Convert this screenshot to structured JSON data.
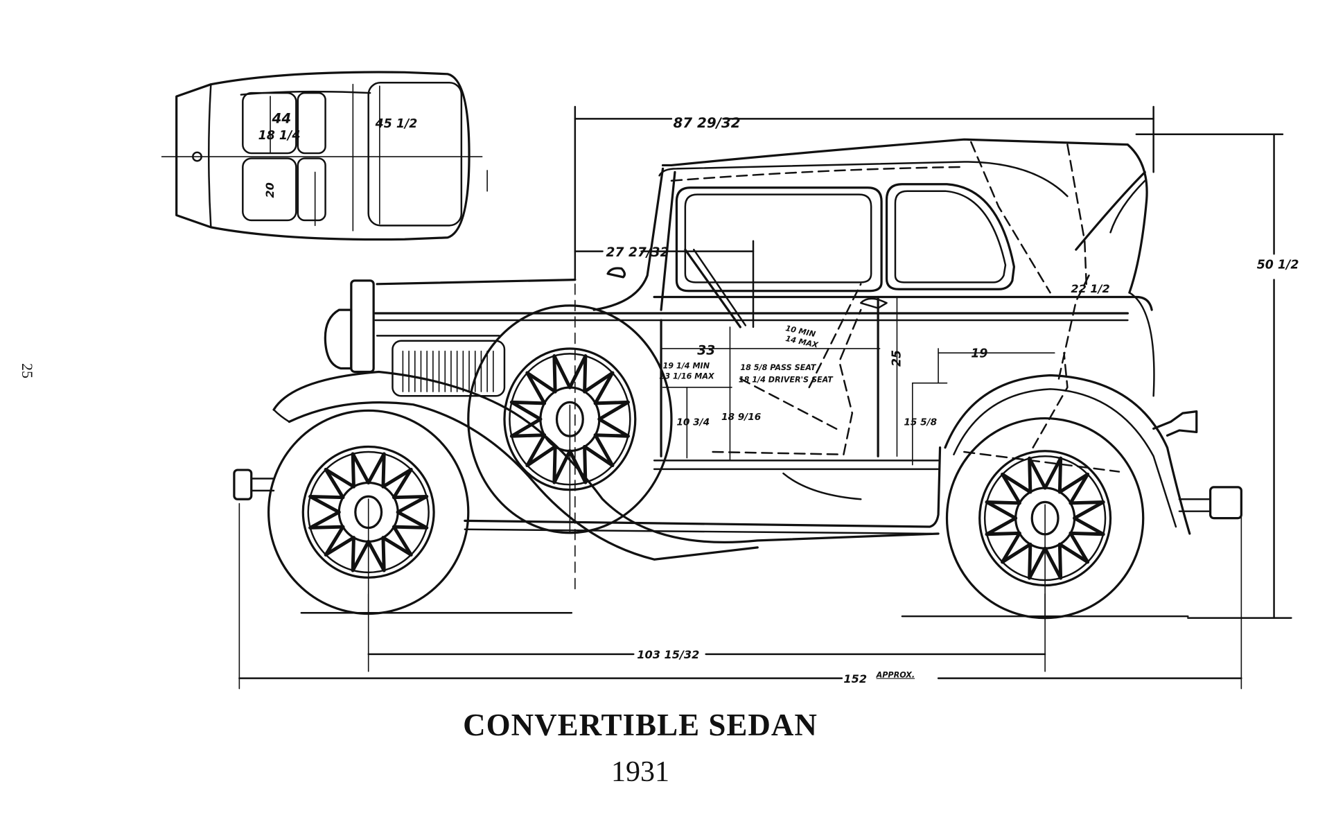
{
  "document": {
    "title": "CONVERTIBLE SEDAN",
    "year": "1931",
    "page_number": "25"
  },
  "drawing": {
    "subject": "side elevation and plan view of car body",
    "top_view_dimensions": {
      "front_seat_width": "44",
      "front_seat_left": "18 1/4",
      "front_seat_right": "20",
      "rear_seat_width": "45 1/2"
    },
    "side_view_dimensions": {
      "overall_top_length": "87 29/32",
      "cowl_to_door": "27 27/32",
      "seat_depth": "33",
      "seat_to_pedal_min": "19 1/4 MIN",
      "seat_to_pedal_max": "23 1/16 MAX",
      "front_seat_back_min": "10 MIN",
      "front_seat_back_max": "14 MAX",
      "pass_seat_height": "18 5/8 PASS SEAT",
      "driver_seat_height": "18 1/4 DRIVER'S SEAT",
      "seat_cushion_height": "10 3/4",
      "floor_to_seat": "18 9/16",
      "door_height": "25",
      "rear_seat_depth": "19",
      "rear_seat_height": "15 5/8",
      "rear_headroom": "22 1/2",
      "overall_height": "50 1/2",
      "wheelbase": "103 15/32",
      "overall_length": "152",
      "overall_length_note": "APPROX."
    }
  }
}
